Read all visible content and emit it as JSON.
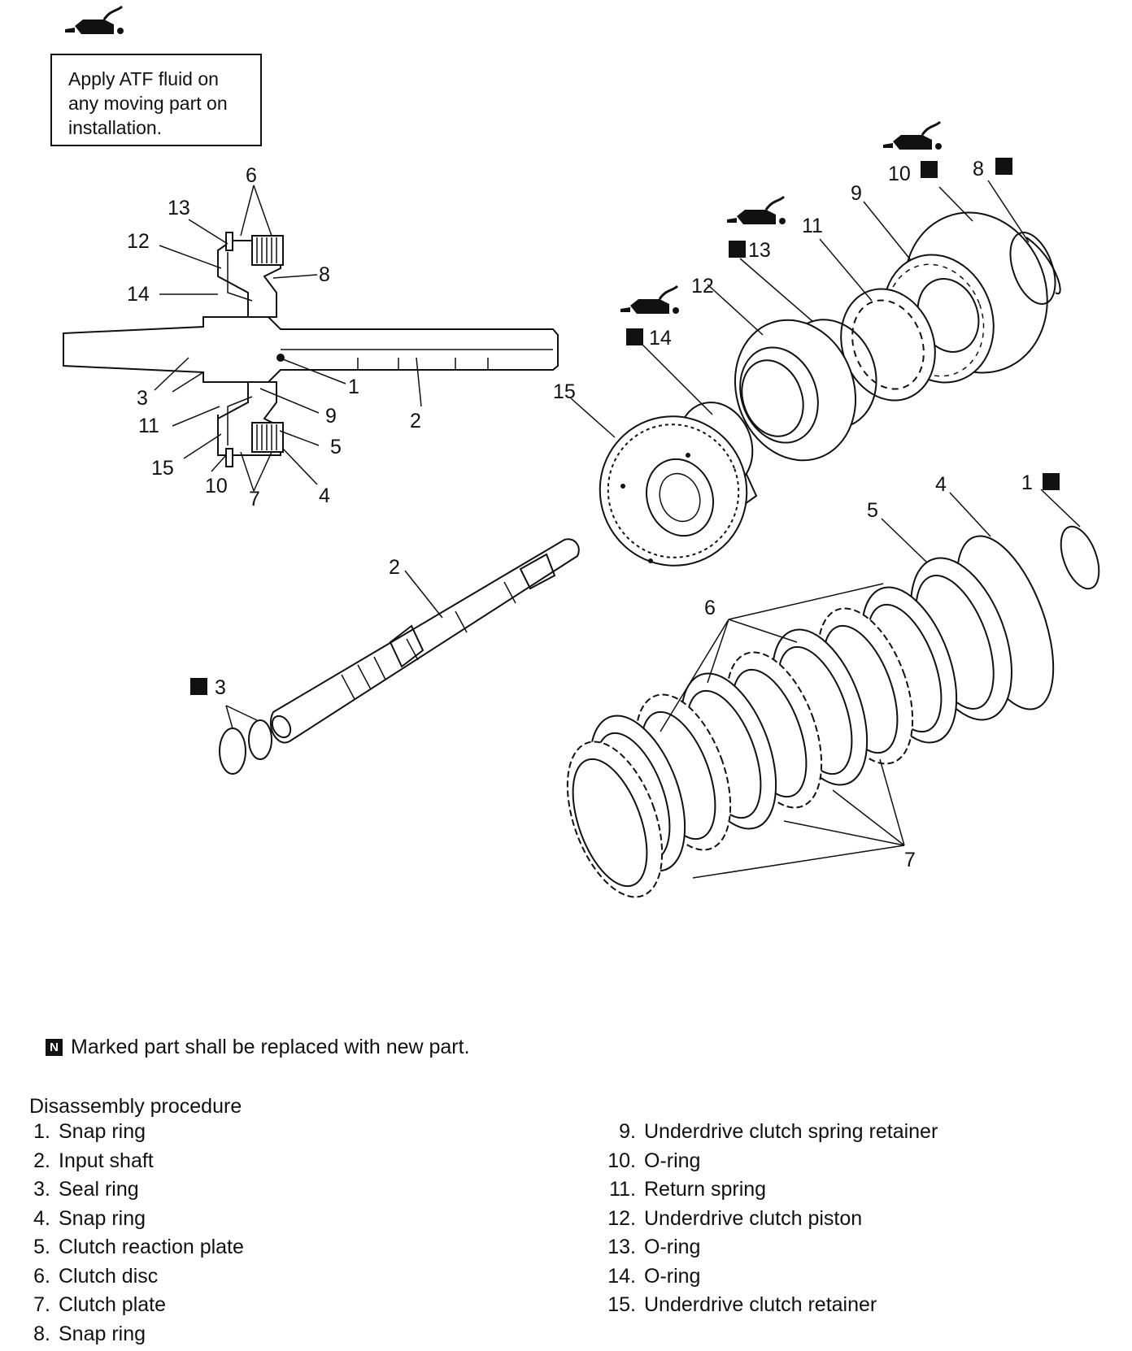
{
  "atf_note": {
    "lines": [
      "Apply ATF fluid on",
      "any moving part on",
      "installation."
    ],
    "icon": "oil-can-icon"
  },
  "new_part_mark": "N",
  "callouts": {
    "section_view": [
      "6",
      "13",
      "12",
      "8",
      "14",
      "3",
      "1",
      "11",
      "9",
      "2",
      "5",
      "15",
      "10",
      "7",
      "4"
    ],
    "exploded_view": [
      "10",
      "8",
      "9",
      "13",
      "11",
      "12",
      "14",
      "15",
      "2",
      "3",
      "6",
      "5",
      "4",
      "1",
      "7"
    ]
  },
  "legend": {
    "new_part_note": "Marked part shall be replaced with new part."
  },
  "procedure": {
    "title": "Disassembly procedure",
    "steps": [
      {
        "num": "1.",
        "label": "Snap ring"
      },
      {
        "num": "2.",
        "label": "Input shaft"
      },
      {
        "num": "3.",
        "label": "Seal ring"
      },
      {
        "num": "4.",
        "label": "Snap ring"
      },
      {
        "num": "5.",
        "label": "Clutch reaction plate"
      },
      {
        "num": "6.",
        "label": "Clutch disc"
      },
      {
        "num": "7.",
        "label": "Clutch plate"
      },
      {
        "num": "8.",
        "label": "Snap ring"
      },
      {
        "num": "9.",
        "label": "Underdrive clutch spring retainer"
      },
      {
        "num": "10.",
        "label": "O-ring"
      },
      {
        "num": "11.",
        "label": "Return spring"
      },
      {
        "num": "12.",
        "label": "Underdrive clutch piston"
      },
      {
        "num": "13.",
        "label": "O-ring"
      },
      {
        "num": "14.",
        "label": "O-ring"
      },
      {
        "num": "15.",
        "label": "Underdrive clutch retainer"
      }
    ]
  }
}
